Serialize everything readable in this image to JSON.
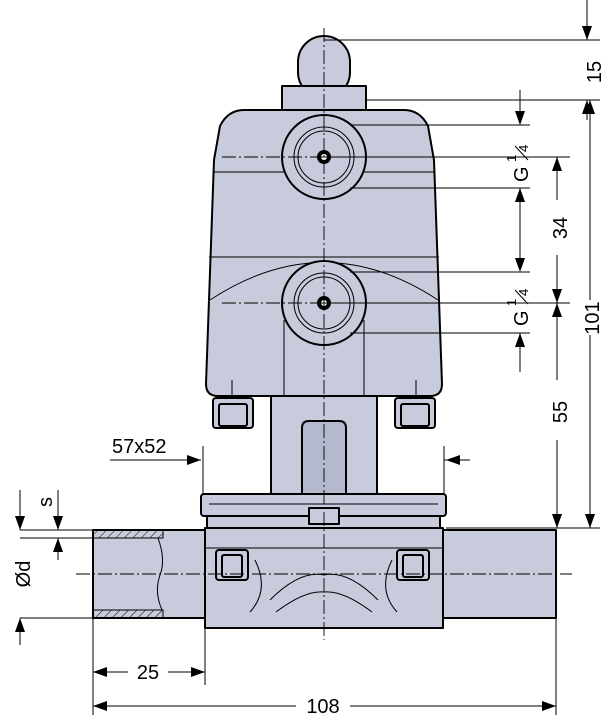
{
  "dimensions": {
    "top_height": "15",
    "port_upper": "G",
    "port_lower": "G",
    "port_frac_num": "1",
    "port_frac_den": "4",
    "port_spacing": "34",
    "total_height": "101",
    "center_height": "55",
    "flange_size": "57x52",
    "wall": "s",
    "pipe_diameter": "Ød",
    "pipe_insert": "25",
    "total_length": "108"
  },
  "colors": {
    "body_fill": "#c7cbdc",
    "line": "#000000"
  }
}
